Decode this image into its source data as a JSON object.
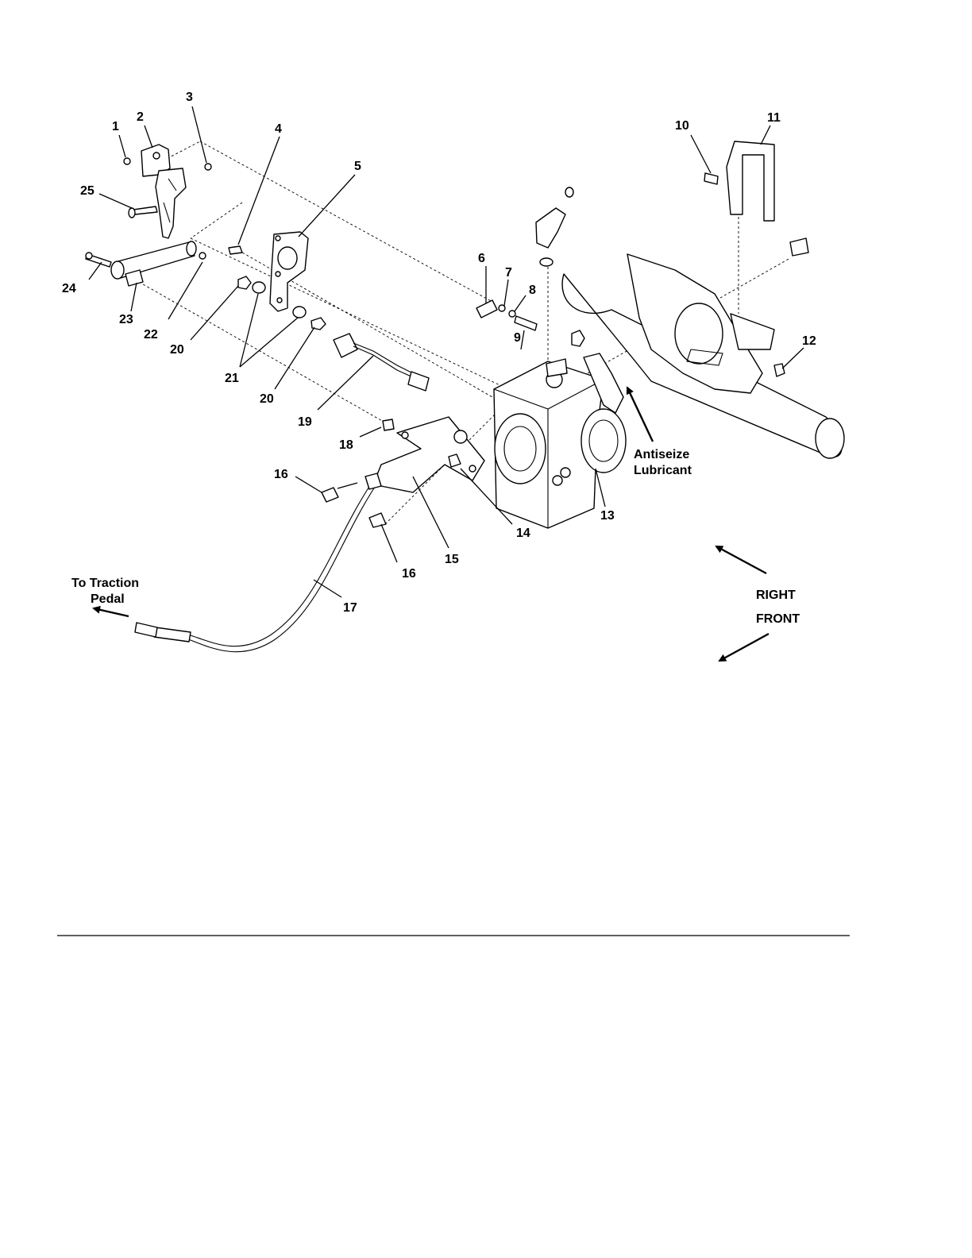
{
  "callouts": {
    "c1": "1",
    "c2": "2",
    "c3": "3",
    "c4": "4",
    "c5": "5",
    "c6": "6",
    "c7": "7",
    "c8": "8",
    "c9": "9",
    "c10": "10",
    "c11": "11",
    "c12": "12",
    "c13": "13",
    "c14": "14",
    "c15": "15",
    "c16a": "16",
    "c16b": "16",
    "c17": "17",
    "c18": "18",
    "c19": "19",
    "c20a": "20",
    "c20b": "20",
    "c21": "21",
    "c22": "22",
    "c23": "23",
    "c24": "24",
    "c25": "25"
  },
  "notes": {
    "antiseize_line1": "Antiseize",
    "antiseize_line2": "Lubricant",
    "traction_line1": "To Traction",
    "traction_line2": "Pedal"
  },
  "directions": {
    "right": "RIGHT",
    "front": "FRONT"
  }
}
